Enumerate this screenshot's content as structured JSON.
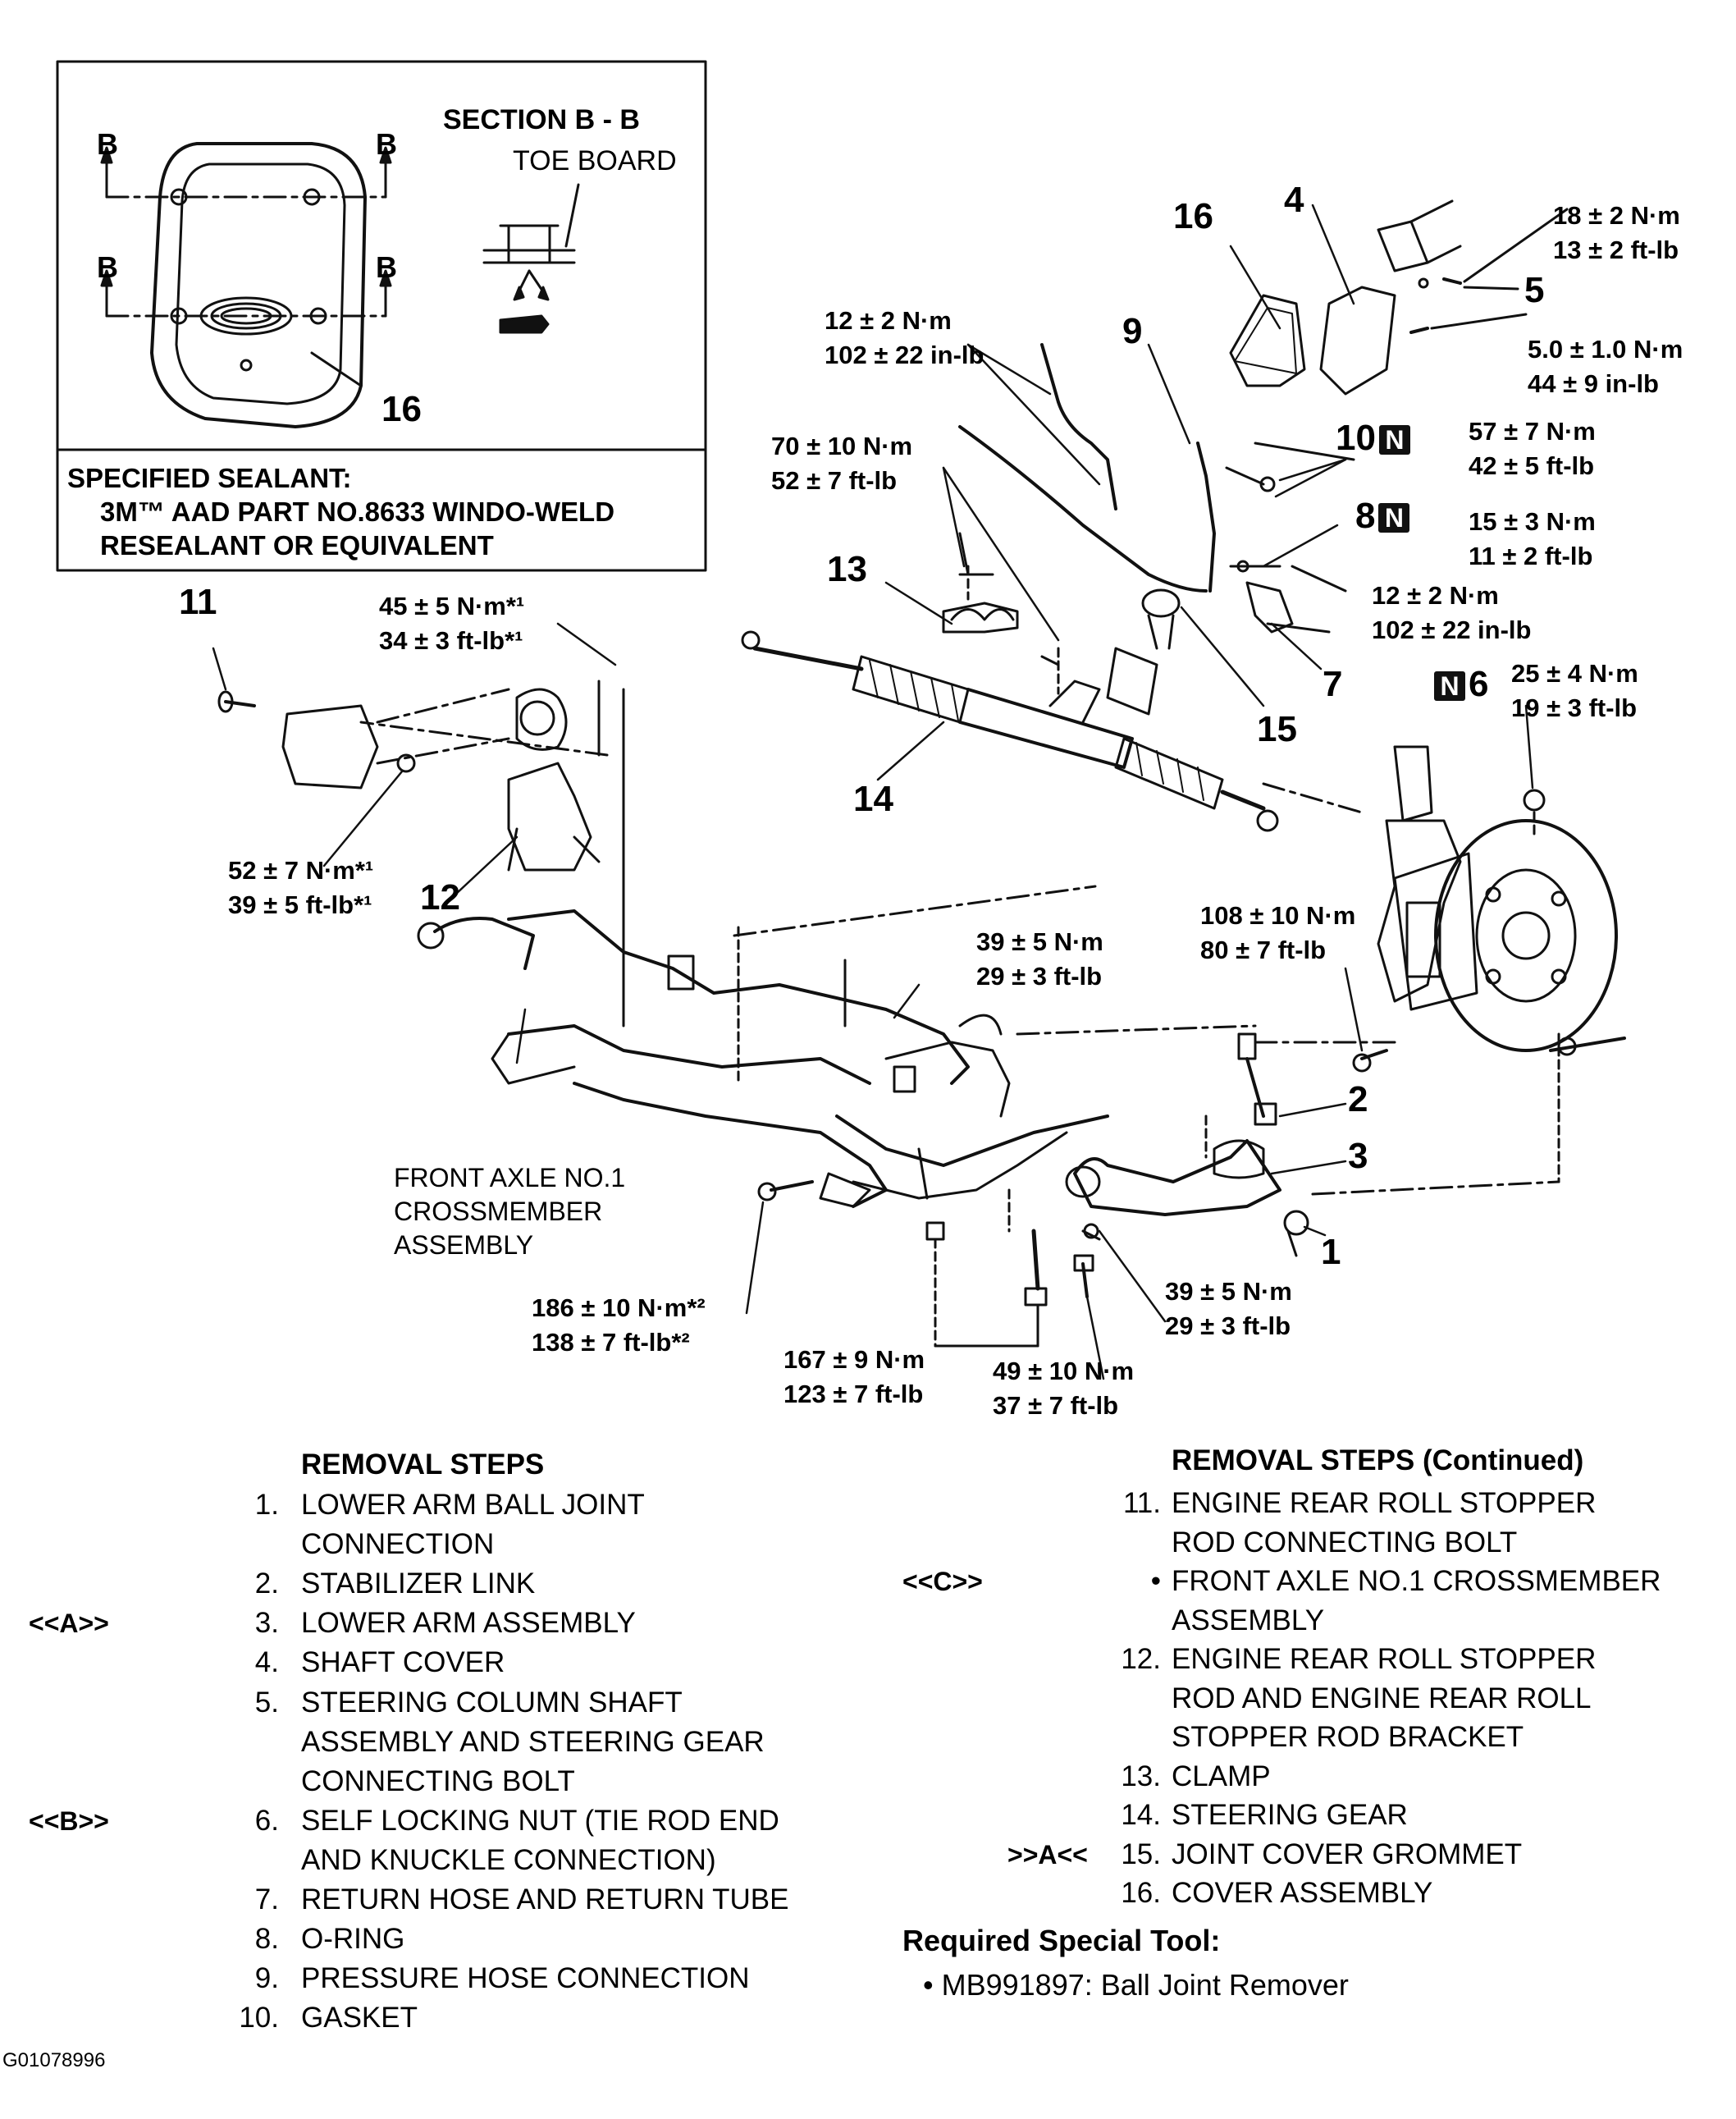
{
  "inset": {
    "section_title": "SECTION B - B",
    "toe_board": "TOE BOARD",
    "b_marks": [
      "B",
      "B",
      "B",
      "B"
    ],
    "callout": "16",
    "sealant_title": "SPECIFIED SEALANT:",
    "sealant_line1": "3M™ AAD PART NO.8633 WINDO-WELD",
    "sealant_line2": "RESEALANT OR EQUIVALENT"
  },
  "torques": {
    "t1": [
      "18 ± 2 N·m",
      "13 ± 2 ft-lb"
    ],
    "t2": [
      "12 ± 2 N·m",
      "102 ± 22 in-lb"
    ],
    "t3": [
      "5.0 ± 1.0 N·m",
      "44 ± 9 in-lb"
    ],
    "t4": [
      "70 ± 10 N·m",
      "52 ± 7 ft-lb"
    ],
    "t5": [
      "57 ± 7 N·m",
      "42 ± 5 ft-lb"
    ],
    "t6": [
      "15 ± 3 N·m",
      "11 ± 2 ft-lb"
    ],
    "t7": [
      "12 ± 2 N·m",
      "102 ± 22 in-lb"
    ],
    "t8": [
      "45 ± 5 N·m*¹",
      "34 ± 3 ft-lb*¹"
    ],
    "t9": [
      "25 ± 4 N·m",
      "19 ± 3 ft-lb"
    ],
    "t10": [
      "52 ± 7 N·m*¹",
      "39 ± 5 ft-lb*¹"
    ],
    "t11": [
      "108 ± 10 N·m",
      "80 ± 7 ft-lb"
    ],
    "t12": [
      "39 ± 5 N·m",
      "29 ± 3 ft-lb"
    ],
    "t13": [
      "39 ± 5 N·m",
      "29 ± 3 ft-lb"
    ],
    "t14": [
      "186 ± 10 N·m*²",
      "138 ± 7 ft-lb*²"
    ],
    "t15": [
      "167 ± 9 N·m",
      "123 ± 7 ft-lb"
    ],
    "t16": [
      "49 ± 10 N·m",
      "37 ± 7 ft-lb"
    ]
  },
  "callouts": {
    "c1": "1",
    "c2": "2",
    "c3": "3",
    "c4": "4",
    "c5": "5",
    "c6": "6",
    "c7": "7",
    "c8": "8",
    "c9": "9",
    "c10": "10",
    "c11": "11",
    "c12": "12",
    "c13": "13",
    "c14": "14",
    "c15": "15",
    "c16": "16",
    "n_mark": "N"
  },
  "crossmember_label": [
    "FRONT AXLE NO.1",
    "CROSSMEMBER",
    "ASSEMBLY"
  ],
  "removal": {
    "title": "REMOVAL STEPS",
    "title_cont": "REMOVAL STEPS (Continued)",
    "left": [
      {
        "mark": "",
        "num": "1.",
        "lines": [
          "LOWER ARM BALL JOINT",
          "CONNECTION"
        ]
      },
      {
        "mark": "",
        "num": "2.",
        "lines": [
          "STABILIZER LINK"
        ]
      },
      {
        "mark": "<<A>>",
        "num": "3.",
        "lines": [
          "LOWER ARM ASSEMBLY"
        ]
      },
      {
        "mark": "",
        "num": "4.",
        "lines": [
          "SHAFT COVER"
        ]
      },
      {
        "mark": "",
        "num": "5.",
        "lines": [
          "STEERING COLUMN SHAFT",
          "ASSEMBLY AND STEERING GEAR",
          "CONNECTING BOLT"
        ]
      },
      {
        "mark": "<<B>>",
        "num": "6.",
        "lines": [
          "SELF LOCKING NUT (TIE ROD END",
          "AND KNUCKLE CONNECTION)"
        ]
      },
      {
        "mark": "",
        "num": "7.",
        "lines": [
          "RETURN HOSE AND RETURN TUBE"
        ]
      },
      {
        "mark": "",
        "num": "8.",
        "lines": [
          "O-RING"
        ]
      },
      {
        "mark": "",
        "num": "9.",
        "lines": [
          "PRESSURE HOSE CONNECTION"
        ]
      },
      {
        "mark": "",
        "num": "10.",
        "lines": [
          "GASKET"
        ]
      }
    ],
    "right": [
      {
        "mark": "",
        "num": "11.",
        "lines": [
          "ENGINE REAR ROLL STOPPER",
          "ROD CONNECTING BOLT"
        ]
      },
      {
        "mark": "<<C>>",
        "num": "•",
        "lines": [
          "FRONT AXLE NO.1 CROSSMEMBER",
          "ASSEMBLY"
        ]
      },
      {
        "mark": "",
        "num": "12.",
        "lines": [
          "ENGINE REAR ROLL STOPPER",
          "ROD AND ENGINE REAR ROLL",
          "STOPPER ROD BRACKET"
        ]
      },
      {
        "mark": "",
        "num": "13.",
        "lines": [
          "CLAMP"
        ]
      },
      {
        "mark": "",
        "num": "14.",
        "lines": [
          "STEERING GEAR"
        ]
      },
      {
        "mark": ">>A<<",
        "num": "15.",
        "lines": [
          "JOINT COVER GROMMET"
        ]
      },
      {
        "mark": "",
        "num": "16.",
        "lines": [
          "COVER ASSEMBLY"
        ]
      }
    ]
  },
  "special_tool": {
    "title": "Required Special Tool:",
    "item": "MB991897: Ball Joint Remover"
  },
  "figure_id": "G01078996"
}
